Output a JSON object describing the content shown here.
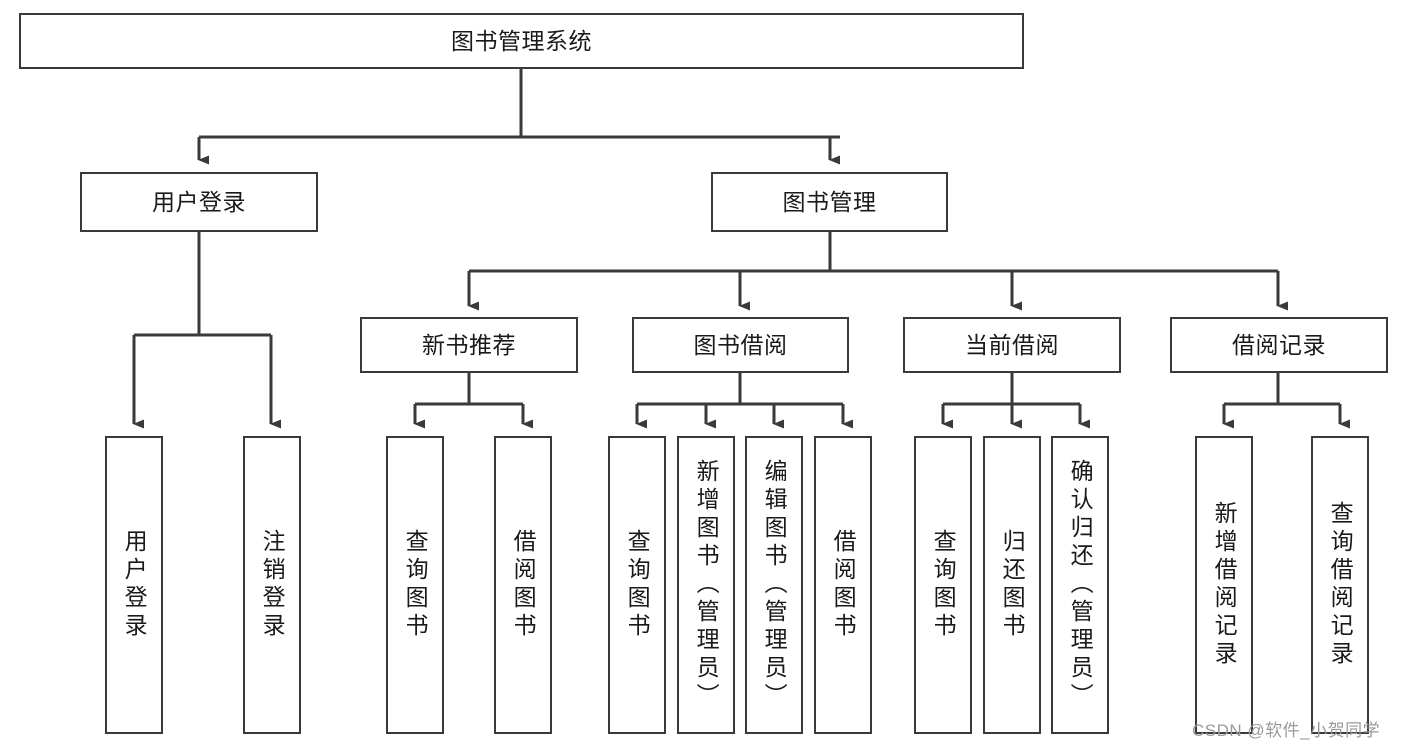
{
  "diagram": {
    "title": "图书管理系统",
    "type": "tree-hierarchy-diagram",
    "root": {
      "id": "root",
      "label": "图书管理系统"
    },
    "level1": [
      {
        "id": "user-login",
        "label": "用户登录"
      },
      {
        "id": "book-management",
        "label": "图书管理"
      }
    ],
    "level2": [
      {
        "id": "new-book-recommend",
        "label": "新书推荐",
        "parent": "book-management"
      },
      {
        "id": "book-borrow",
        "label": "图书借阅",
        "parent": "book-management"
      },
      {
        "id": "current-borrow",
        "label": "当前借阅",
        "parent": "book-management"
      },
      {
        "id": "borrow-record",
        "label": "借阅记录",
        "parent": "book-management"
      }
    ],
    "leaves": {
      "user-login": [
        {
          "id": "leaf-user-login",
          "label": "用户登录"
        },
        {
          "id": "leaf-logout",
          "label": "注销登录"
        }
      ],
      "new-book-recommend": [
        {
          "id": "leaf-query-book-1",
          "label": "查询图书"
        },
        {
          "id": "leaf-borrow-book-1",
          "label": "借阅图书"
        }
      ],
      "book-borrow": [
        {
          "id": "leaf-query-book-2",
          "label": "查询图书"
        },
        {
          "id": "leaf-add-book",
          "label": "新增图书（管理员）"
        },
        {
          "id": "leaf-edit-book",
          "label": "编辑图书（管理员）"
        },
        {
          "id": "leaf-borrow-book-2",
          "label": "借阅图书"
        }
      ],
      "current-borrow": [
        {
          "id": "leaf-query-book-3",
          "label": "查询图书"
        },
        {
          "id": "leaf-return-book",
          "label": "归还图书"
        },
        {
          "id": "leaf-confirm-return",
          "label": "确认归还（管理员）"
        }
      ],
      "borrow-record": [
        {
          "id": "leaf-add-record",
          "label": "新增借阅记录"
        },
        {
          "id": "leaf-query-record",
          "label": "查询借阅记录"
        }
      ]
    },
    "colors": {
      "stroke": "#3a3a3a",
      "fill": "#ffffff",
      "text": "#1a1a1a",
      "watermark": "#9a9a9a"
    }
  },
  "watermark": {
    "text": "CSDN @软件_小贺同学"
  }
}
